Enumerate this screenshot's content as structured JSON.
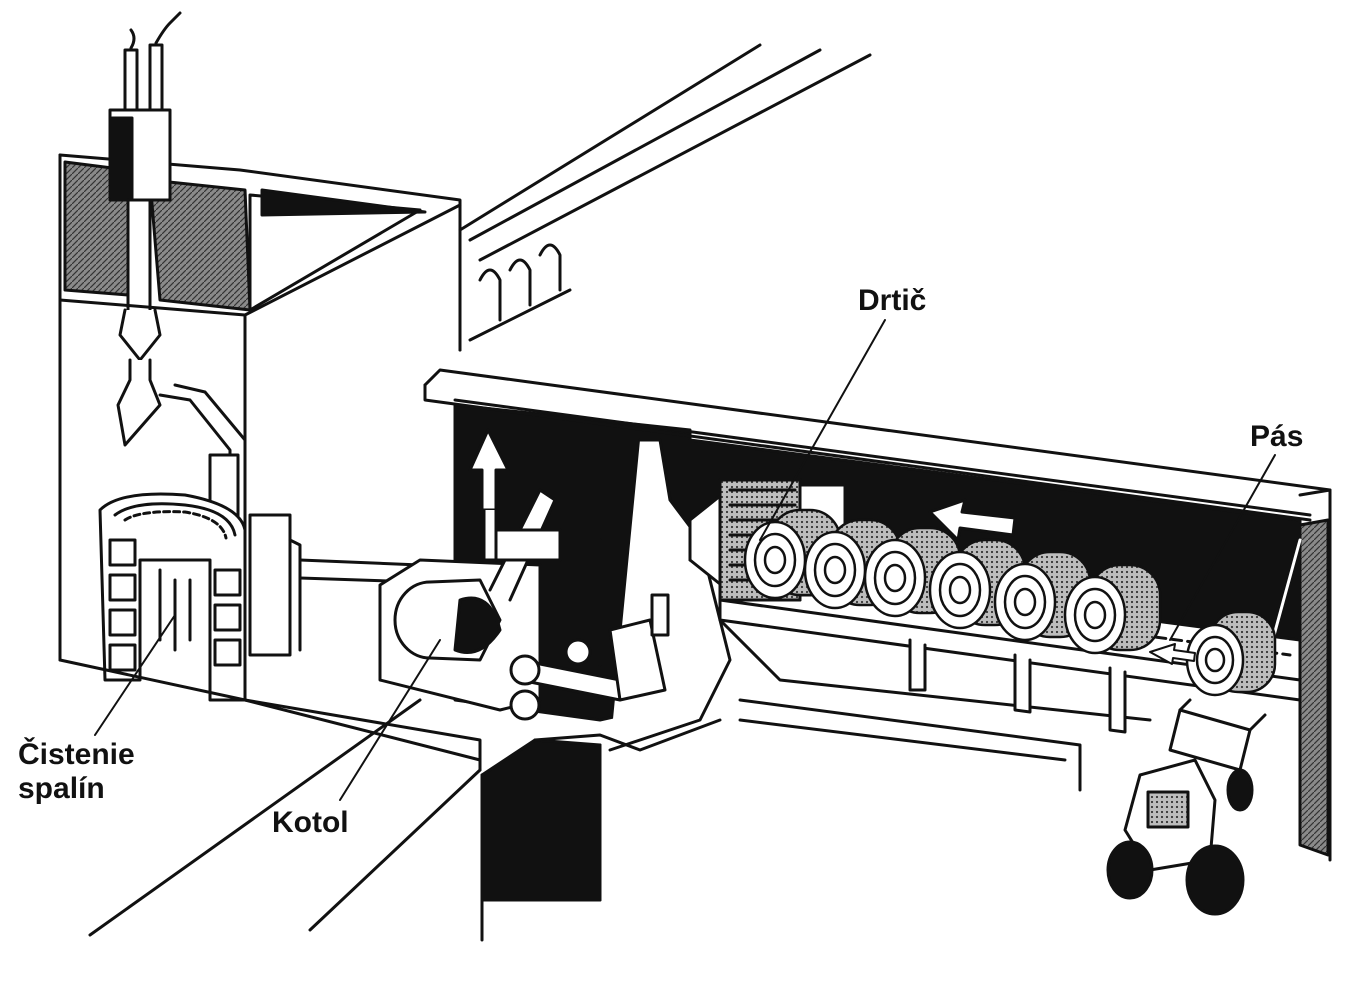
{
  "labels": {
    "crusher": "Drtič",
    "belt": "Pás",
    "boiler": "Kotol",
    "flue_gas_cleaning_line1": "Čistenie",
    "flue_gas_cleaning_line2": "spalín"
  },
  "colors": {
    "ink": "#111111",
    "paper": "#ffffff",
    "shade": "#7a7a7a"
  }
}
